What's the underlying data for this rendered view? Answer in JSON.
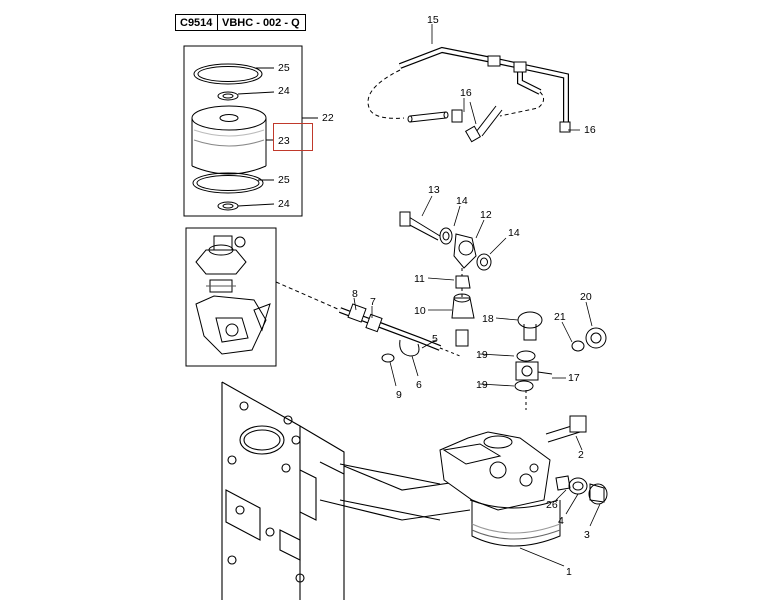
{
  "header": {
    "diagram_code": "C9514",
    "part_code": "VBHC - 002 - Q"
  },
  "callouts": {
    "c1": "1",
    "c2": "2",
    "c3": "3",
    "c4": "4",
    "c5": "5",
    "c6": "6",
    "c7": "7",
    "c8": "8",
    "c9": "9",
    "c10": "10",
    "c11": "11",
    "c12": "12",
    "c13": "13",
    "c14a": "14",
    "c14b": "14",
    "c15": "15",
    "c16a": "16",
    "c16b": "16",
    "c17": "17",
    "c18": "18",
    "c19a": "19",
    "c19b": "19",
    "c20": "20",
    "c21": "21",
    "c22": "22",
    "c23": "23",
    "c24a": "24",
    "c24b": "24",
    "c25a": "25",
    "c25b": "25",
    "c26": "26"
  },
  "highlight": {
    "label": "23",
    "color": "#c0392b"
  }
}
